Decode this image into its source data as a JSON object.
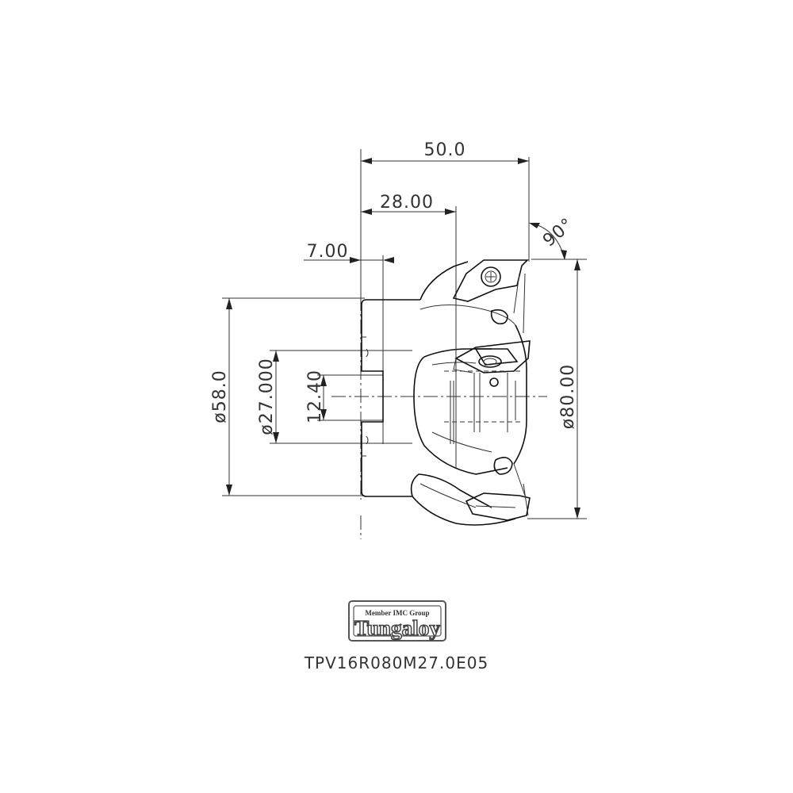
{
  "dimensions": {
    "overall_length": "50.0",
    "length_28": "28.00",
    "length_7": "7.00",
    "angle": "90°",
    "dia_58": "ø58.0",
    "dia_27": "ø27.000",
    "keyway": "12.40",
    "dia_80": "ø80.00"
  },
  "logo": {
    "tagline": "Member IMC Group",
    "brand": "Tungaloy"
  },
  "part_code": "TPV16R080M27.0E05"
}
